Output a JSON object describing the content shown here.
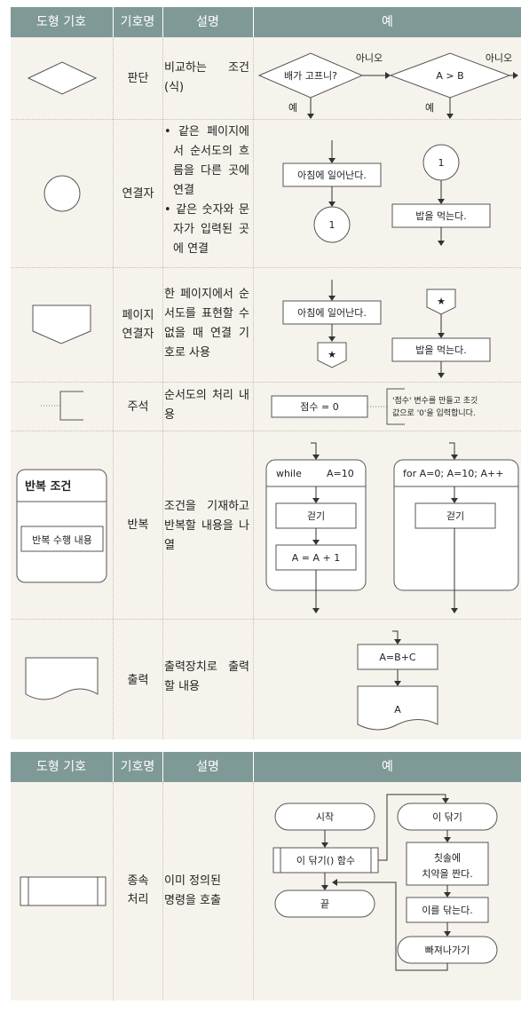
{
  "table1": {
    "headers": {
      "symbol": "도형 기호",
      "name": "기호명",
      "desc": "설명",
      "example": "예"
    },
    "rows": {
      "decision": {
        "name": "판단",
        "desc": "비교하는 조건(식)",
        "ex": {
          "cond1": "배가 고프니?",
          "cond2": "A > B",
          "no1": "아니오",
          "no2": "아니오",
          "yes1": "예",
          "yes2": "예"
        }
      },
      "connector": {
        "name": "연결자",
        "desc1": "• 같은 페이지에서 순서도의 흐름을 다른 곳에 연결",
        "desc2": "• 같은 숫자와 문자가 입력된 곳에 연결",
        "ex": {
          "box1": "아침에 일어난다.",
          "circle1": "1",
          "circle2": "1",
          "box2": "밥을 먹는다."
        }
      },
      "offpage": {
        "name1": "페이지",
        "name2": "연결자",
        "desc": "한 페이지에서 순서도를 표현할 수 없을 때 연결 기호로 사용",
        "ex": {
          "box1": "아침에 일어난다.",
          "star1": "★",
          "star2": "★",
          "box2": "밥을 먹는다."
        }
      },
      "annotation": {
        "name": "주석",
        "desc": "순서도의 처리 내용",
        "ex": {
          "box": "점수 = 0",
          "note1": "'점수' 변수를 만들고 초깃",
          "note2": "값으로 '0'을 입력합니다."
        }
      },
      "loop": {
        "name": "반복",
        "symbol_title": "반복 조건",
        "symbol_body": "반복 수행 내용",
        "desc": "조건을 기재하고 반복할 내용을 나열",
        "ex": {
          "while_kw": "while",
          "while_cond": "A=10",
          "walk1": "걷기",
          "assign": "A = A + 1",
          "for_head": "for A=0; A=10; A++",
          "walk2": "걷기"
        }
      },
      "output": {
        "name1": "출력",
        "desc": "출력장치로 출력할 내용",
        "ex": {
          "box": "A=B+C",
          "doc": "A"
        }
      }
    }
  },
  "table2": {
    "headers": {
      "symbol": "도형 기호",
      "name": "기호명",
      "desc": "설명",
      "example": "예"
    },
    "rows": {
      "subprocess": {
        "name1": "종속",
        "name2": "처리",
        "desc1": "이미 정의된",
        "desc2": "명령을 호출",
        "ex": {
          "start": "시작",
          "call": "이 닦기() 함수",
          "end": "끝",
          "fn": "이 닦기",
          "step1a": "칫솔에",
          "step1b": "치약을 짠다.",
          "step2": "이를 닦는다.",
          "exit": "빠져나가기"
        }
      }
    }
  }
}
